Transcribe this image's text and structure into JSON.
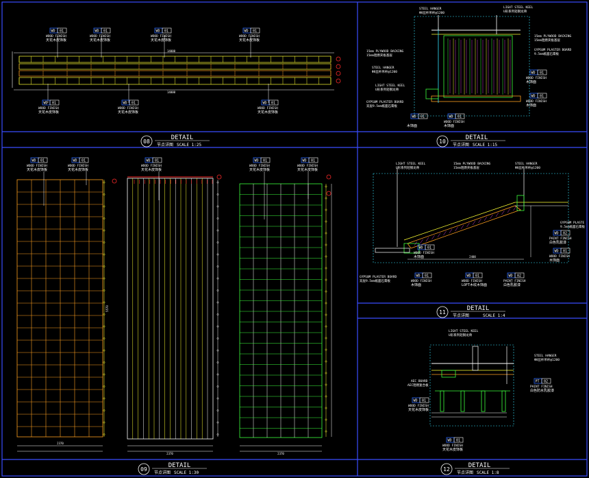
{
  "colors": {
    "frame": "#3a4cff",
    "tag": "#2f6bff",
    "white": "#ffffff",
    "yellow": "#ffff33",
    "orange": "#ffa020",
    "red": "#ff2a2a",
    "green": "#3cff3c",
    "cyan": "#35e4ff",
    "magenta": "#ff4bff"
  },
  "titles": [
    {
      "num": "08",
      "title": "DETAIL",
      "cn": "节点详图",
      "scale": "SCALE 1:25"
    },
    {
      "num": "10",
      "title": "DETAIL",
      "cn": "节点详图",
      "scale": "SCALE 1:15"
    },
    {
      "num": "11",
      "title": "DETAIL",
      "cn": "节点详图",
      "scale": "SCALE 1:4"
    },
    {
      "num": "09",
      "title": "DETAIL",
      "cn": "节点详图",
      "scale": "SCALE 1:30"
    },
    {
      "num": "12",
      "title": "DETAIL",
      "cn": "节点详图",
      "scale": "SCALE 1:8"
    }
  ],
  "tags": {
    "wd": "WD",
    "pt": "PT",
    "n01": "01",
    "n02": "02"
  },
  "labels": {
    "wood_finish": "WOOD FINISH",
    "wood_finish_cn": "天花木皮饰板",
    "wood_cn": "木饰面",
    "steel_hanger": "STEEL HANGER",
    "steel_hanger_spec": "Φ8丝杆吊杆@1200",
    "light_keel": "LIGHT STEEL KEEL",
    "light_keel_cn": "U形系列轻钢龙骨",
    "plywood": "15mm PLYWOOD BACKING",
    "plywood_cn": "15mm阻燃夹板基层",
    "gypsum": "GYPSUM PLASTER BOARD",
    "gypsum_cn": "9.5mm纸面石膏板",
    "gypsum_cn2": "双层9.5mm纸面石膏板",
    "gypsum_short": "GYPSUM PLASTE",
    "paint_finish": "PAINT FINISH",
    "paint_cn": "白色乳胶漆",
    "paint_cn2": "白色防水乳胶漆",
    "aec_board": "AEC BOARD",
    "aec_cn": "AEC阻燃复合板",
    "lofter_cn": "LOFT木纹木饰面"
  },
  "dims": {
    "d08_top": "14000",
    "d08_bot": "14000",
    "d09_a": "2370",
    "d09_b": "2370",
    "d09_c": "2370",
    "d09_h": "5570",
    "d11_bottom": "2400"
  }
}
